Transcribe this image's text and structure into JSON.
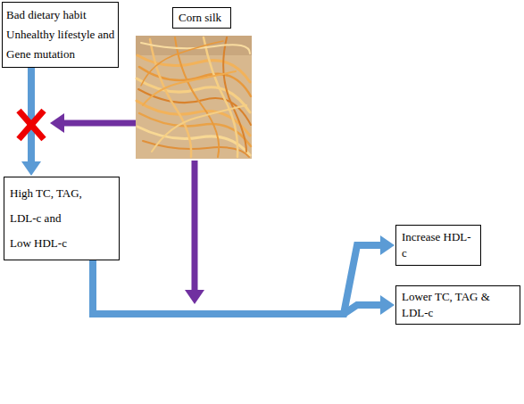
{
  "diagram": {
    "nodes": [
      {
        "text": [
          "Bad dietary habit",
          "Unhealthy lifestyle and",
          "Gene mutation"
        ]
      },
      {
        "text": [
          "Corn silk"
        ]
      },
      {
        "text": [
          "High TC, TAG, LDL-c and Low HDL-c"
        ]
      },
      {
        "text": [
          "Increase HDL-c"
        ]
      },
      {
        "text": [
          "Lower TC, TAG & LDL-c"
        ]
      }
    ],
    "edges": [
      {
        "from": 0,
        "to": 2,
        "arrow": "to"
      },
      {
        "from": 2,
        "to": 3,
        "arrow": "to"
      },
      {
        "from": 2,
        "to": 4,
        "arrow": "to"
      }
    ]
  }
}
